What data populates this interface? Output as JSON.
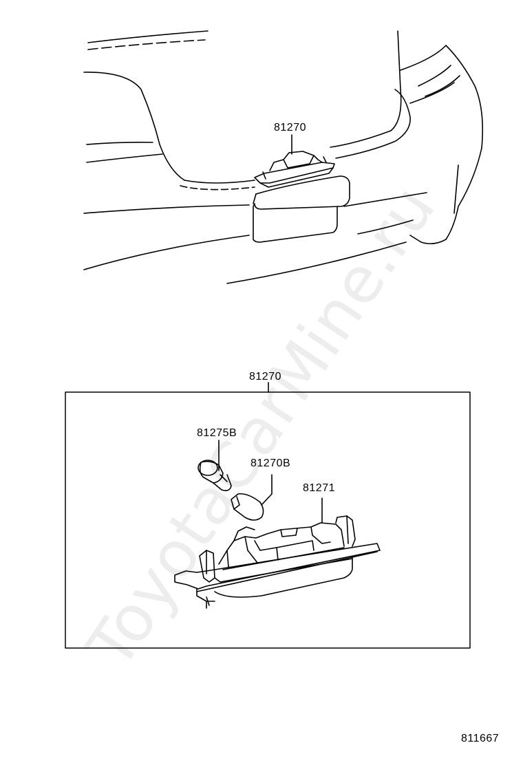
{
  "watermark": "ToyotaCarMine.ru",
  "labels": {
    "top_part": "81270",
    "box_header": "81270",
    "bulb_socket": "81275B",
    "bulb": "81270B",
    "lamp_body": "81271",
    "diagram_id": "811667"
  }
}
